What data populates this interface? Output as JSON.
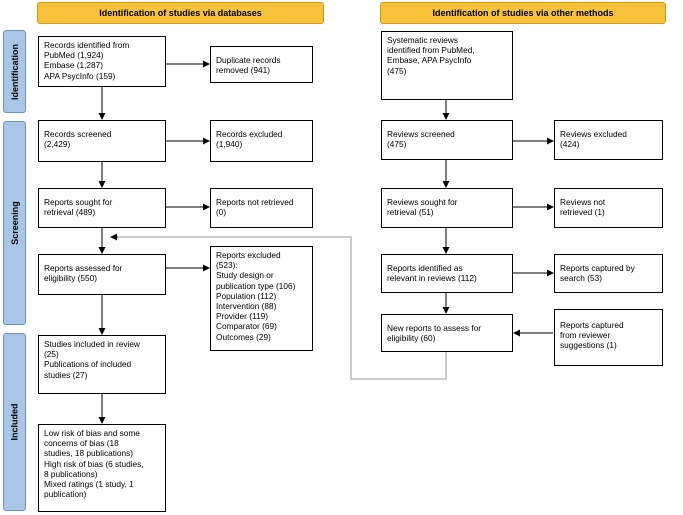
{
  "headers": {
    "databases": "Identification of studies via databases",
    "other_methods": "Identification of studies via other methods"
  },
  "phases": {
    "identification": "Identification",
    "screening": "Screening",
    "included": "Included"
  },
  "left": {
    "records_identified": "Records identified from\nPubMed (1,924)\nEmbase (1,287)\nAPA PsycInfo (159)",
    "duplicates_removed": "Duplicate records\nremoved (941)",
    "records_screened": "Records screened\n(2,429)",
    "records_excluded": "Records excluded\n(1,940)",
    "reports_sought": "Reports sought for\nretrieval (489)",
    "reports_not_retrieved": "Reports not retrieved\n(0)",
    "reports_assessed": "Reports assessed for\neligibility (550)",
    "reports_excluded": "Reports excluded\n(523):\nStudy design or\npublication type (106)\nPopulation (112)\nIntervention (88)\nProvider (119)\nComparator (69)\nOutcomes (29)",
    "studies_included": "Studies included in review\n(25)\nPublications of included\nstudies (27)",
    "risk_of_bias": "Low risk of bias and some\nconcerns of bias (18\nstudies, 18 publications)\nHigh risk of bias (6 studies,\n8 publications)\nMixed ratings (1 study, 1\npublication)"
  },
  "right": {
    "systematic_reviews": "Systematic reviews\nidentified from PubMed,\nEmbase, APA PsycInfo\n(475)",
    "reviews_screened": "Reviews screened\n(475)",
    "reviews_excluded": "Reviews excluded\n(424)",
    "reviews_sought": "Reviews sought for\nretrieval (51)",
    "reviews_not_retrieved": "Reviews not\nretrieved (1)",
    "reports_identified": "Reports identified as\nrelevant in reviews (112)",
    "captured_by_search": "Reports captured by\nsearch (53)",
    "new_reports": "New reports to assess for\neligibility (60)",
    "captured_reviewer": "Reports captured\nfrom reviewer\nsuggestions (1)"
  }
}
